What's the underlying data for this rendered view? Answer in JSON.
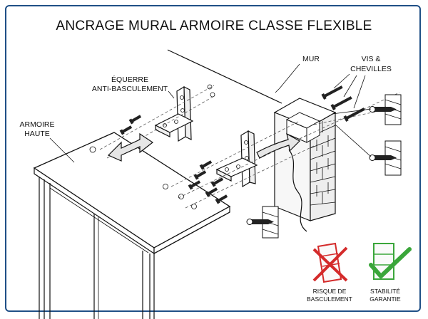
{
  "title": "ANCRAGE MURAL ARMOIRE CLASSE FLEXIBLE",
  "labels": {
    "wall": "MUR",
    "screws_line1": "VIS &",
    "screws_line2": "CHEVILLES",
    "bracket_line1": "ÉQUERRE",
    "bracket_line2": "ANTI-BASCULEMENT",
    "cabinet_line1": "ARMOIRE",
    "cabinet_line2": "HAUTE"
  },
  "badges": {
    "risk_line1": "RISQUE DE",
    "risk_line2": "BASCULEMENT",
    "stable_line1": "STABILITÉ",
    "stable_line2": "GARANTIE"
  },
  "colors": {
    "frame": "#1f4f86",
    "arrow_fill": "#e6e6e6",
    "wall_fill": "#f4f4f4",
    "cross": "#d42a2a",
    "check": "#3aa63a"
  },
  "icons": {
    "risk": "tipping-cabinet-cross-icon",
    "stable": "stable-cabinet-check-icon"
  }
}
